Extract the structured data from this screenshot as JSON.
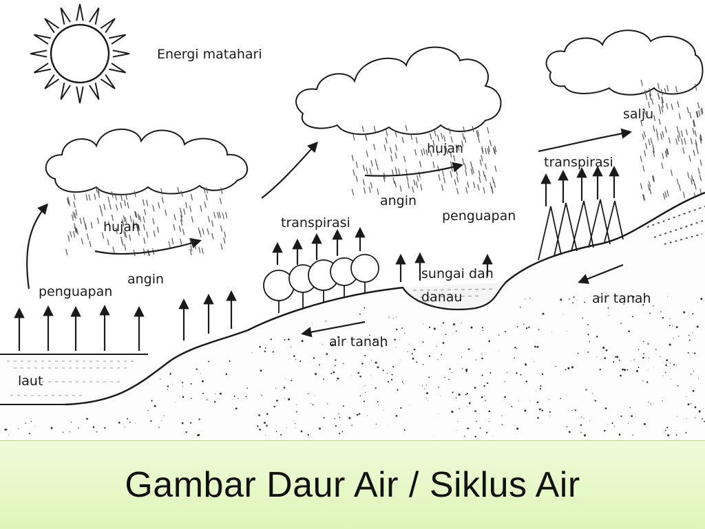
{
  "diagram": {
    "labels": {
      "energy": "Energi matahari",
      "rain_left": "hujan",
      "rain_middle": "hujan",
      "wind_left": "angin",
      "wind_middle": "angin",
      "evaporation_sea": "penguapan",
      "evaporation_land": "penguapan",
      "transpiration_forest": "transpirasi",
      "transpiration_mountain": "transpirasi",
      "snow": "salju",
      "river_lake_line1": "sungai dan",
      "river_lake_line2": "danau",
      "groundwater_right": "air tanah",
      "groundwater_middle": "air tanah",
      "sea": "laut"
    },
    "icons": [
      "sun-icon",
      "cloud-icon",
      "rain-icon",
      "tree-icon",
      "arrow-icon"
    ]
  },
  "caption": "Gambar Daur Air / Siklus Air"
}
